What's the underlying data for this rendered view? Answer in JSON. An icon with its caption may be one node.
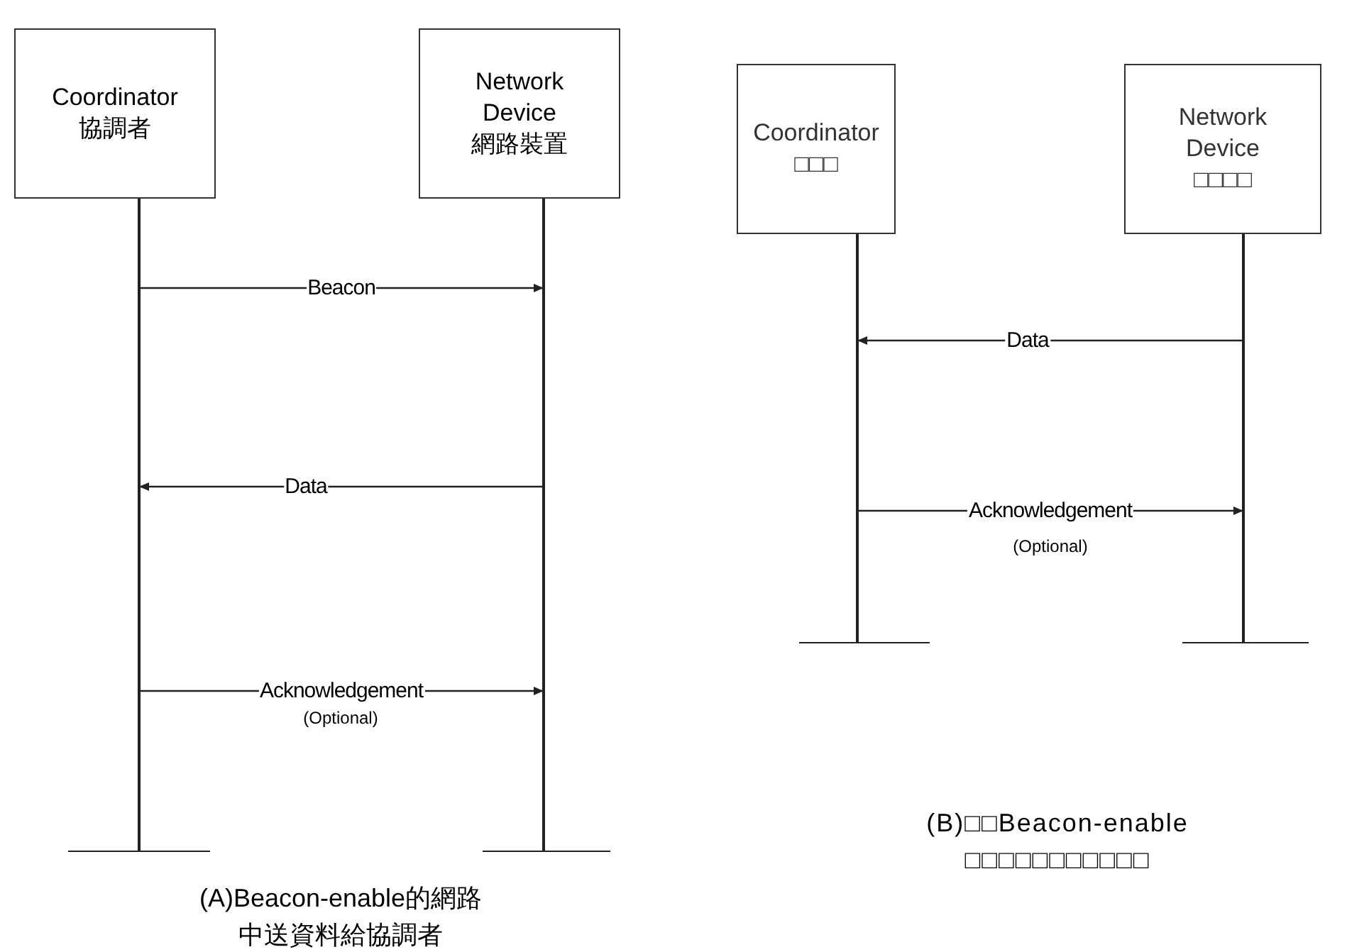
{
  "diagram": {
    "nodes": [
      {
        "text": [
          "Coordinator 協調者"
        ]
      },
      {
        "text": [
          "Network Device 網路裝置"
        ]
      },
      {
        "text": [
          "Coordinator □□□"
        ]
      },
      {
        "text": [
          "Network Device □□□□"
        ]
      },
      {
        "text": [],
        "shape": "bar"
      },
      {
        "text": [],
        "shape": "bar"
      },
      {
        "text": [],
        "shape": "bar"
      },
      {
        "text": [],
        "shape": "bar"
      }
    ],
    "edges": [
      {
        "from": 4,
        "to": 5,
        "arrow": "to",
        "label": "Beacon"
      },
      {
        "from": 5,
        "to": 4,
        "arrow": "to",
        "label": "Data"
      },
      {
        "from": 4,
        "to": 5,
        "arrow": "to",
        "label": "Acknowledgement"
      },
      {
        "from": 7,
        "to": 6,
        "arrow": "to",
        "label": "Data"
      },
      {
        "from": 6,
        "to": 7,
        "arrow": "to",
        "label": "Acknowledgement"
      }
    ],
    "labels": [
      "(Optional)",
      "(Optional)",
      "(A)Beacon-enable的網路中送資料給協調者",
      "(B)□□Beacon-enable □□□□□□□□□□□"
    ]
  }
}
